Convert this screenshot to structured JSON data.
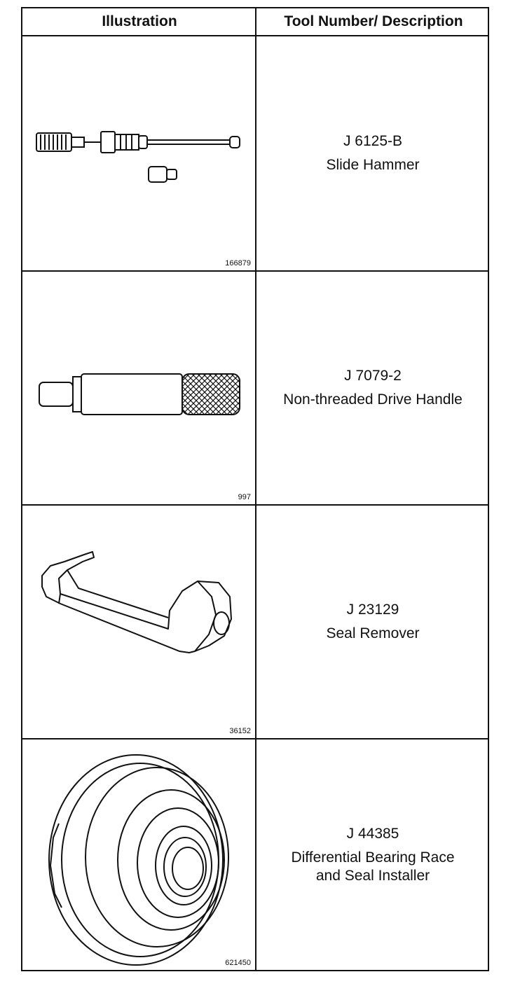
{
  "header": {
    "illustration": "Illustration",
    "description": "Tool Number/ Description"
  },
  "rows": [
    {
      "figure": "166879",
      "tool_number": "J 6125-B",
      "description": "Slide Hammer",
      "icon": "slide-hammer-icon"
    },
    {
      "figure": "997",
      "tool_number": "J 7079-2",
      "description": "Non-threaded Drive Handle",
      "icon": "drive-handle-icon"
    },
    {
      "figure": "36152",
      "tool_number": "J 23129",
      "description": "Seal Remover",
      "icon": "seal-remover-icon"
    },
    {
      "figure": "621450",
      "tool_number": "J 44385",
      "description_lines": [
        "Differential Bearing Race",
        "and Seal Installer"
      ],
      "icon": "bearing-race-installer-icon"
    }
  ]
}
